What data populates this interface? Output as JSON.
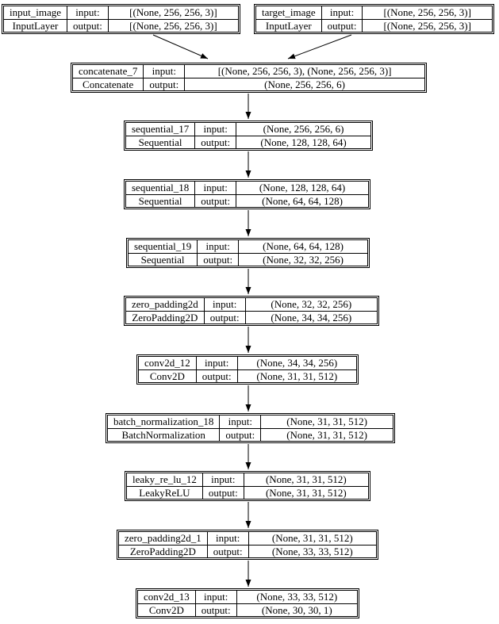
{
  "diagram": {
    "type": "keras-model-plot",
    "background_color": "#ffffff",
    "line_color": "#000000",
    "text_color": "#000000",
    "io_labels": {
      "input": "input:",
      "output": "output:"
    },
    "nodes": [
      {
        "name": "input_image",
        "class_name": "InputLayer",
        "input_shape": "[(None, 256, 256, 3)]",
        "output_shape": "[(None, 256, 256, 3)]"
      },
      {
        "name": "target_image",
        "class_name": "InputLayer",
        "input_shape": "[(None, 256, 256, 3)]",
        "output_shape": "[(None, 256, 256, 3)]"
      },
      {
        "name": "concatenate_7",
        "class_name": "Concatenate",
        "input_shape": "[(None, 256, 256, 3), (None, 256, 256, 3)]",
        "output_shape": "(None, 256, 256, 6)"
      },
      {
        "name": "sequential_17",
        "class_name": "Sequential",
        "input_shape": "(None, 256, 256, 6)",
        "output_shape": "(None, 128, 128, 64)"
      },
      {
        "name": "sequential_18",
        "class_name": "Sequential",
        "input_shape": "(None, 128, 128, 64)",
        "output_shape": "(None, 64, 64, 128)"
      },
      {
        "name": "sequential_19",
        "class_name": "Sequential",
        "input_shape": "(None, 64, 64, 128)",
        "output_shape": "(None, 32, 32, 256)"
      },
      {
        "name": "zero_padding2d",
        "class_name": "ZeroPadding2D",
        "input_shape": "(None, 32, 32, 256)",
        "output_shape": "(None, 34, 34, 256)"
      },
      {
        "name": "conv2d_12",
        "class_name": "Conv2D",
        "input_shape": "(None, 34, 34, 256)",
        "output_shape": "(None, 31, 31, 512)"
      },
      {
        "name": "batch_normalization_18",
        "class_name": "BatchNormalization",
        "input_shape": "(None, 31, 31, 512)",
        "output_shape": "(None, 31, 31, 512)"
      },
      {
        "name": "leaky_re_lu_12",
        "class_name": "LeakyReLU",
        "input_shape": "(None, 31, 31, 512)",
        "output_shape": "(None, 31, 31, 512)"
      },
      {
        "name": "zero_padding2d_1",
        "class_name": "ZeroPadding2D",
        "input_shape": "(None, 31, 31, 512)",
        "output_shape": "(None, 33, 33, 512)"
      },
      {
        "name": "conv2d_13",
        "class_name": "Conv2D",
        "input_shape": "(None, 33, 33, 512)",
        "output_shape": "(None, 30, 30, 1)"
      }
    ],
    "edges": [
      {
        "from": "input_image",
        "to": "concatenate_7"
      },
      {
        "from": "target_image",
        "to": "concatenate_7"
      },
      {
        "from": "concatenate_7",
        "to": "sequential_17"
      },
      {
        "from": "sequential_17",
        "to": "sequential_18"
      },
      {
        "from": "sequential_18",
        "to": "sequential_19"
      },
      {
        "from": "sequential_19",
        "to": "zero_padding2d"
      },
      {
        "from": "zero_padding2d",
        "to": "conv2d_12"
      },
      {
        "from": "conv2d_12",
        "to": "batch_normalization_18"
      },
      {
        "from": "batch_normalization_18",
        "to": "leaky_re_lu_12"
      },
      {
        "from": "leaky_re_lu_12",
        "to": "zero_padding2d_1"
      },
      {
        "from": "zero_padding2d_1",
        "to": "conv2d_13"
      }
    ]
  }
}
